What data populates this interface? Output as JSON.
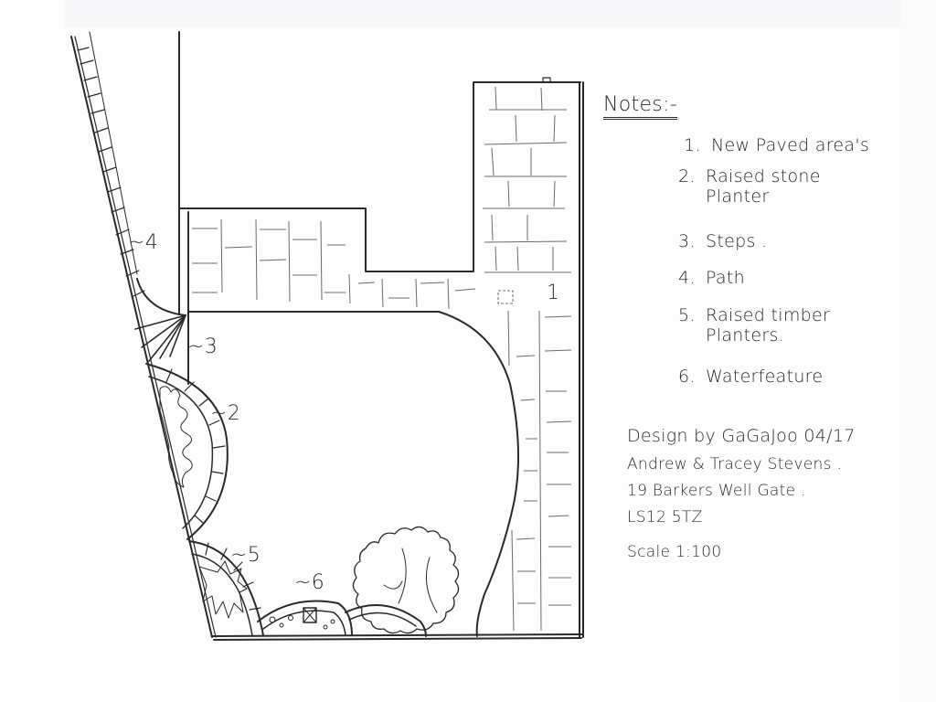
{
  "notes": {
    "title": "Notes:-",
    "items": [
      {
        "num": "1.",
        "line1": "New Paved area's",
        "line2": ""
      },
      {
        "num": "2.",
        "line1": "Raised stone",
        "line2": "Planter"
      },
      {
        "num": "3.",
        "line1": "Steps .",
        "line2": ""
      },
      {
        "num": "4.",
        "line1": "Path",
        "line2": ""
      },
      {
        "num": "5.",
        "line1": "Raised timber",
        "line2": "Planters."
      },
      {
        "num": "6.",
        "line1": "Waterfeature",
        "line2": ""
      }
    ]
  },
  "credits": {
    "design_by": "Design by GaGaJoo 04/17",
    "client": "Andrew & Tracey Stevens .",
    "address": "19 Barkers Well Gate .",
    "postcode": "LS12 5TZ",
    "scale": "Scale 1:100"
  },
  "plan_labels": {
    "paved": "1",
    "stone_planter": "~2",
    "steps": "~3",
    "path": "~4",
    "timber_planters": "~5",
    "waterfeature": "~6"
  },
  "colors": {
    "ink": "#2a2a2a",
    "faint_ink": "#6a6a6a",
    "paper": "#fdfdfd"
  }
}
